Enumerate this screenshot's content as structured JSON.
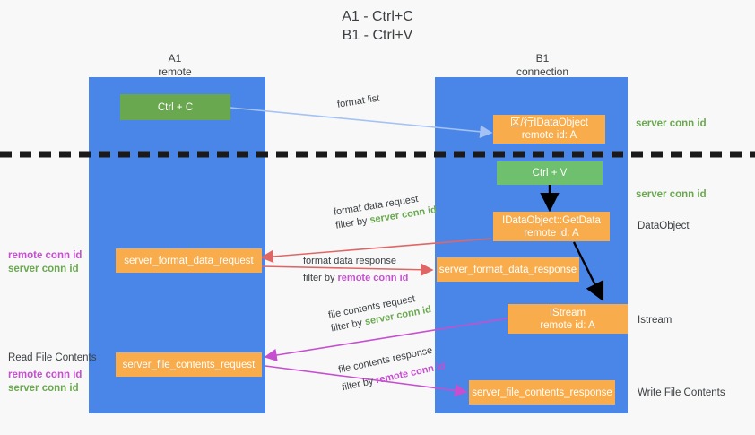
{
  "title": {
    "line1": "A1 - Ctrl+C",
    "line2": "B1 - Ctrl+V"
  },
  "columns": [
    {
      "name": "A1",
      "role": "remote"
    },
    {
      "name": "B1",
      "role": "connection"
    }
  ],
  "nodes": {
    "ctrl_c": "Ctrl + C",
    "ctrl_v": "Ctrl + V",
    "dataobject_top_l1": "区/行IDataObject",
    "dataobject_top_l2": "remote id: A",
    "getdata_l1": "IDataObject::GetData",
    "getdata_l2": "remote id: A",
    "istream_l1": "IStream",
    "istream_l2": "remote id: A",
    "server_format_data_request": "server_format_data_request",
    "server_format_data_response": "server_format_data_response",
    "server_file_contents_request": "server_file_contents_request",
    "server_file_contents_response": "server_file_contents_response"
  },
  "right_labels": {
    "server_conn_id_1": "server conn id",
    "server_conn_id_2": "server conn id",
    "dataobject": "DataObject",
    "istream": "Istream",
    "write_file_contents": "Write File Contents"
  },
  "left_labels": {
    "remote_conn_id_1": "remote conn id",
    "server_conn_id_1": "server conn id",
    "read_file_contents": "Read File Contents",
    "remote_conn_id_2": "remote conn id",
    "server_conn_id_2": "server conn id"
  },
  "arrow_labels": {
    "format_list": "format list",
    "format_data_request": "format data request",
    "format_data_request_filter_prefix": "filter by ",
    "format_data_request_filter_value": "server conn id",
    "format_data_response": "format data response",
    "format_data_response_filter_prefix": "filter by ",
    "format_data_response_filter_value": "remote conn id",
    "file_contents_request": "file contents request",
    "file_contents_request_filter_prefix": "filter by ",
    "file_contents_request_filter_value": "server conn id",
    "file_contents_response": "file contents response",
    "file_contents_response_filter_prefix": "filter by ",
    "file_contents_response_filter_value": "remote conn id"
  },
  "colors": {
    "lane": "#4a86e8",
    "green_node": "#6aa84f",
    "orange_node": "#f9ac4b",
    "server_conn_id": "#6aa84f",
    "remote_conn_id": "#c64fd0",
    "format_list_arrow": "#a4c2f4",
    "format_data_arrow": "#e06666",
    "file_contents_arrow": "#c64fd0",
    "black_arrow": "#000000",
    "background": "#f8f8f8"
  }
}
